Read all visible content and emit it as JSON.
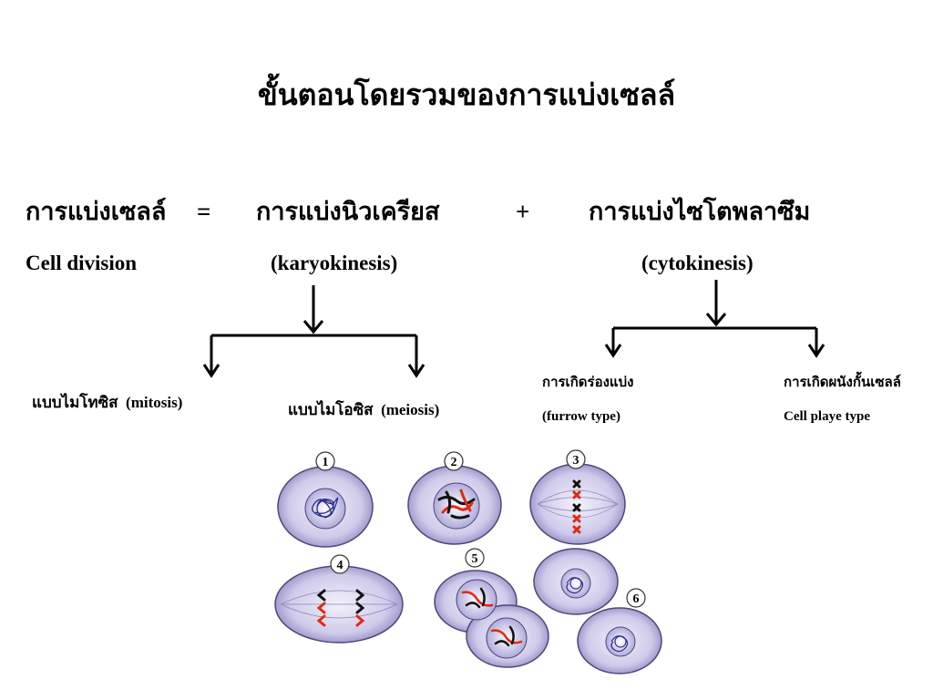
{
  "slide": {
    "title": "ขั้นตอนโดยรวมของการแบ่งเซลล์",
    "equation": {
      "cell_division_th": "การแบ่งเซลล์",
      "equals": "=",
      "karyokinesis_th": "การแบ่งนิวเครียส",
      "plus": "+",
      "cytokinesis_th": "การแบ่งไซโตพลาซึม"
    },
    "english": {
      "cell_division": "Cell division",
      "karyokinesis": "(karyokinesis)",
      "cytokinesis": "(cytokinesis)"
    },
    "karyokinesis_types": {
      "mitosis_th": "แบบไมโทซิส",
      "mitosis_en": "(mitosis)",
      "meiosis_th": "แบบไมโอซิส",
      "meiosis_en": "(meiosis)"
    },
    "cytokinesis_types": {
      "furrow_th": "การเกิดร่องแบ่ง",
      "furrow_en": "(furrow type)",
      "plate_th": "การเกิดผนังกั้นเซลล์",
      "plate_en": "Cell   playe  type"
    },
    "stages": [
      "1",
      "2",
      "3",
      "4",
      "5",
      "6"
    ],
    "colors": {
      "cell_fill": "#cbc6e6",
      "cell_stroke": "#4a4a78",
      "nucleus_fill": "#b7b3e0",
      "chromatin": "#2c2f8a",
      "chromosome_red": "#e02a10",
      "chromosome_black": "#111111"
    }
  }
}
